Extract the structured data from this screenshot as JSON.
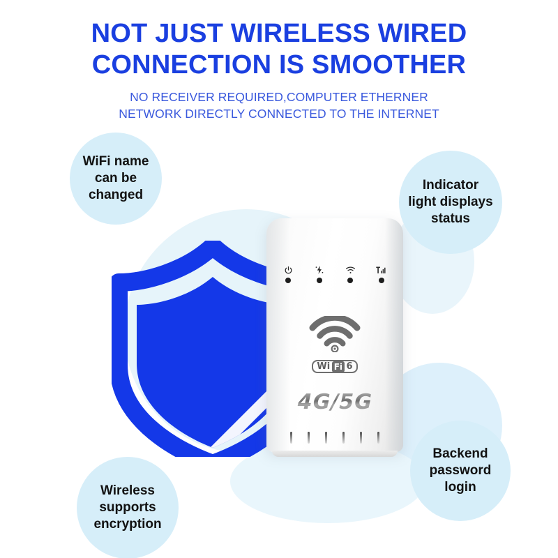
{
  "headline": {
    "line1": "NOT JUST WIRELESS WIRED",
    "line2": "CONNECTION IS SMOOTHER",
    "color": "#1a3fe0"
  },
  "subheadline": {
    "line1": "NO RECEIVER REQUIRED,COMPUTER ETHERNER",
    "line2": "NETWORK DIRECTLY CONNECTED TO THE INTERNET",
    "color": "#3a59dd"
  },
  "callouts": [
    {
      "id": "wifi-name",
      "line1": "WiFi name",
      "line2": "can be",
      "line3": "changed"
    },
    {
      "id": "indicator-light",
      "line1": "Indicator",
      "line2": "light displays",
      "line3": "status"
    },
    {
      "id": "wireless-encryption",
      "line1": "Wireless",
      "line2": "supports",
      "line3": "encryption"
    },
    {
      "id": "backend-login",
      "line1": "Backend",
      "line2": "password",
      "line3": "login"
    }
  ],
  "callout_style": {
    "background": "#d6eef9",
    "text_color": "#121212"
  },
  "device": {
    "type": "4G/5G WiFi router",
    "body_color": "#ffffff",
    "indicators": [
      {
        "icon": "power-icon",
        "label": "Power"
      },
      {
        "icon": "data-lightning-icon",
        "label": "Internet"
      },
      {
        "icon": "wifi-icon",
        "label": "WiFi"
      },
      {
        "icon": "signal-bars-icon",
        "label": "Signal"
      }
    ],
    "wifi_badge": {
      "wi": "Wi",
      "fi": "Fi",
      "generation": "6",
      "color": "#6e6e6e"
    },
    "network_text": "4G/5G",
    "vent_count": 6
  },
  "shield": {
    "name": "security-shield",
    "color": "#1438e8",
    "backdrop_color": "#e6f4fa"
  }
}
